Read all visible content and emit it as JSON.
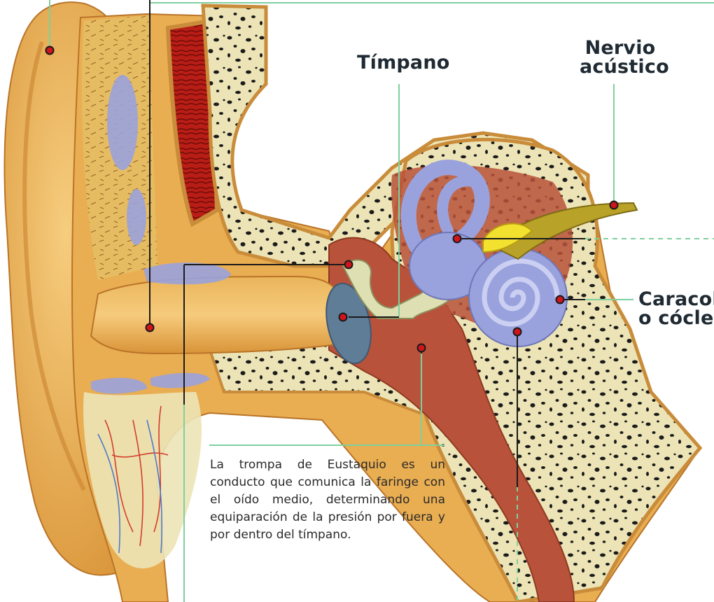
{
  "labels": {
    "timpano": "Tímpano",
    "nervio_line1": "Nervio",
    "nervio_line2": "acústico",
    "caracol_line1": "Caracol",
    "caracol_line2": "o cóclea"
  },
  "caption": "La trompa de Eustaquio es un conducto que comunica la faringe con el oído medio, determinando una equiparación de la presión por fuera y por dentro del tímpano.",
  "colors": {
    "leader_line": "#7fcf9e",
    "marker_fill": "#d0141b",
    "skin": "#e9ad52",
    "bone": "#ece4b6",
    "cochlea": "#9aa2dd",
    "cavity": "#b9523a",
    "nerve": "#b9a228"
  }
}
